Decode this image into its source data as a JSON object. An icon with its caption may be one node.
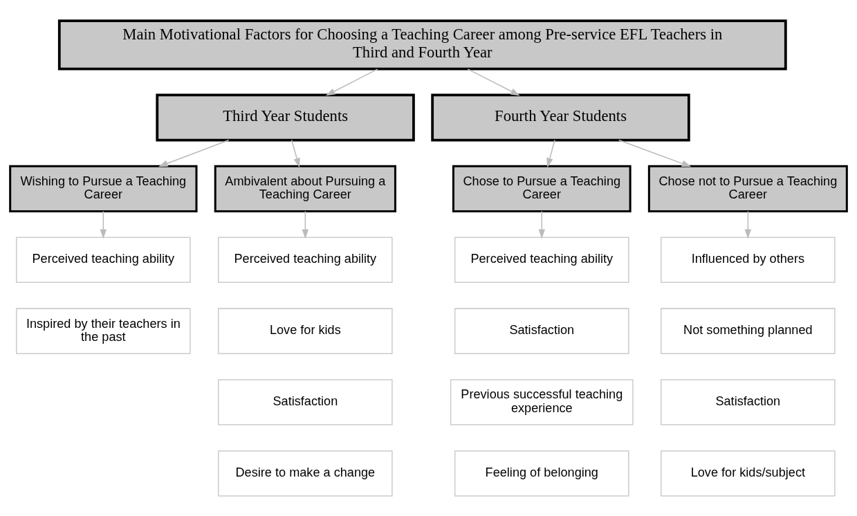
{
  "diagram": {
    "nodes": [
      {
        "text": [
          "Main Motivational Factors for Choosing a Teaching Career among Pre-service EFL Teachers in Third and Fourth Year"
        ]
      },
      {
        "text": [
          "Third Year Students"
        ]
      },
      {
        "text": [
          "Fourth Year Students"
        ]
      },
      {
        "text": [
          "Wishing to Pursue a Teaching Career"
        ]
      },
      {
        "text": [
          "Ambivalent about Pursuing a Teaching Career"
        ]
      },
      {
        "text": [
          "Chose to Pursue a Teaching Career"
        ]
      },
      {
        "text": [
          "Chose not to Pursue a Teaching Career"
        ]
      },
      {
        "text": [
          "Perceived teaching ability"
        ]
      },
      {
        "text": [
          "Inspired by their teachers in the past"
        ]
      },
      {
        "text": [
          "Perceived teaching ability"
        ]
      },
      {
        "text": [
          "Love for kids"
        ]
      },
      {
        "text": [
          "Satisfaction"
        ]
      },
      {
        "text": [
          "Desire to make a change"
        ]
      },
      {
        "text": [
          "Perceived teaching ability"
        ]
      },
      {
        "text": [
          "Satisfaction"
        ]
      },
      {
        "text": [
          "Previous successful teaching experience"
        ]
      },
      {
        "text": [
          "Feeling of belonging"
        ]
      },
      {
        "text": [
          "Influenced by others"
        ]
      },
      {
        "text": [
          "Not something planned"
        ]
      },
      {
        "text": [
          "Satisfaction"
        ]
      },
      {
        "text": [
          "Love for kids/subject"
        ]
      }
    ],
    "edges": [
      {
        "from": 0,
        "to": 1,
        "arrow": "to"
      },
      {
        "from": 0,
        "to": 2,
        "arrow": "to"
      },
      {
        "from": 1,
        "to": 3,
        "arrow": "to"
      },
      {
        "from": 1,
        "to": 4,
        "arrow": "to"
      },
      {
        "from": 2,
        "to": 5,
        "arrow": "to"
      },
      {
        "from": 2,
        "to": 6,
        "arrow": "to"
      },
      {
        "from": 3,
        "to": 7,
        "arrow": "to"
      },
      {
        "from": 4,
        "to": 9,
        "arrow": "to"
      },
      {
        "from": 5,
        "to": 13,
        "arrow": "to"
      },
      {
        "from": 6,
        "to": 17,
        "arrow": "to"
      }
    ]
  }
}
